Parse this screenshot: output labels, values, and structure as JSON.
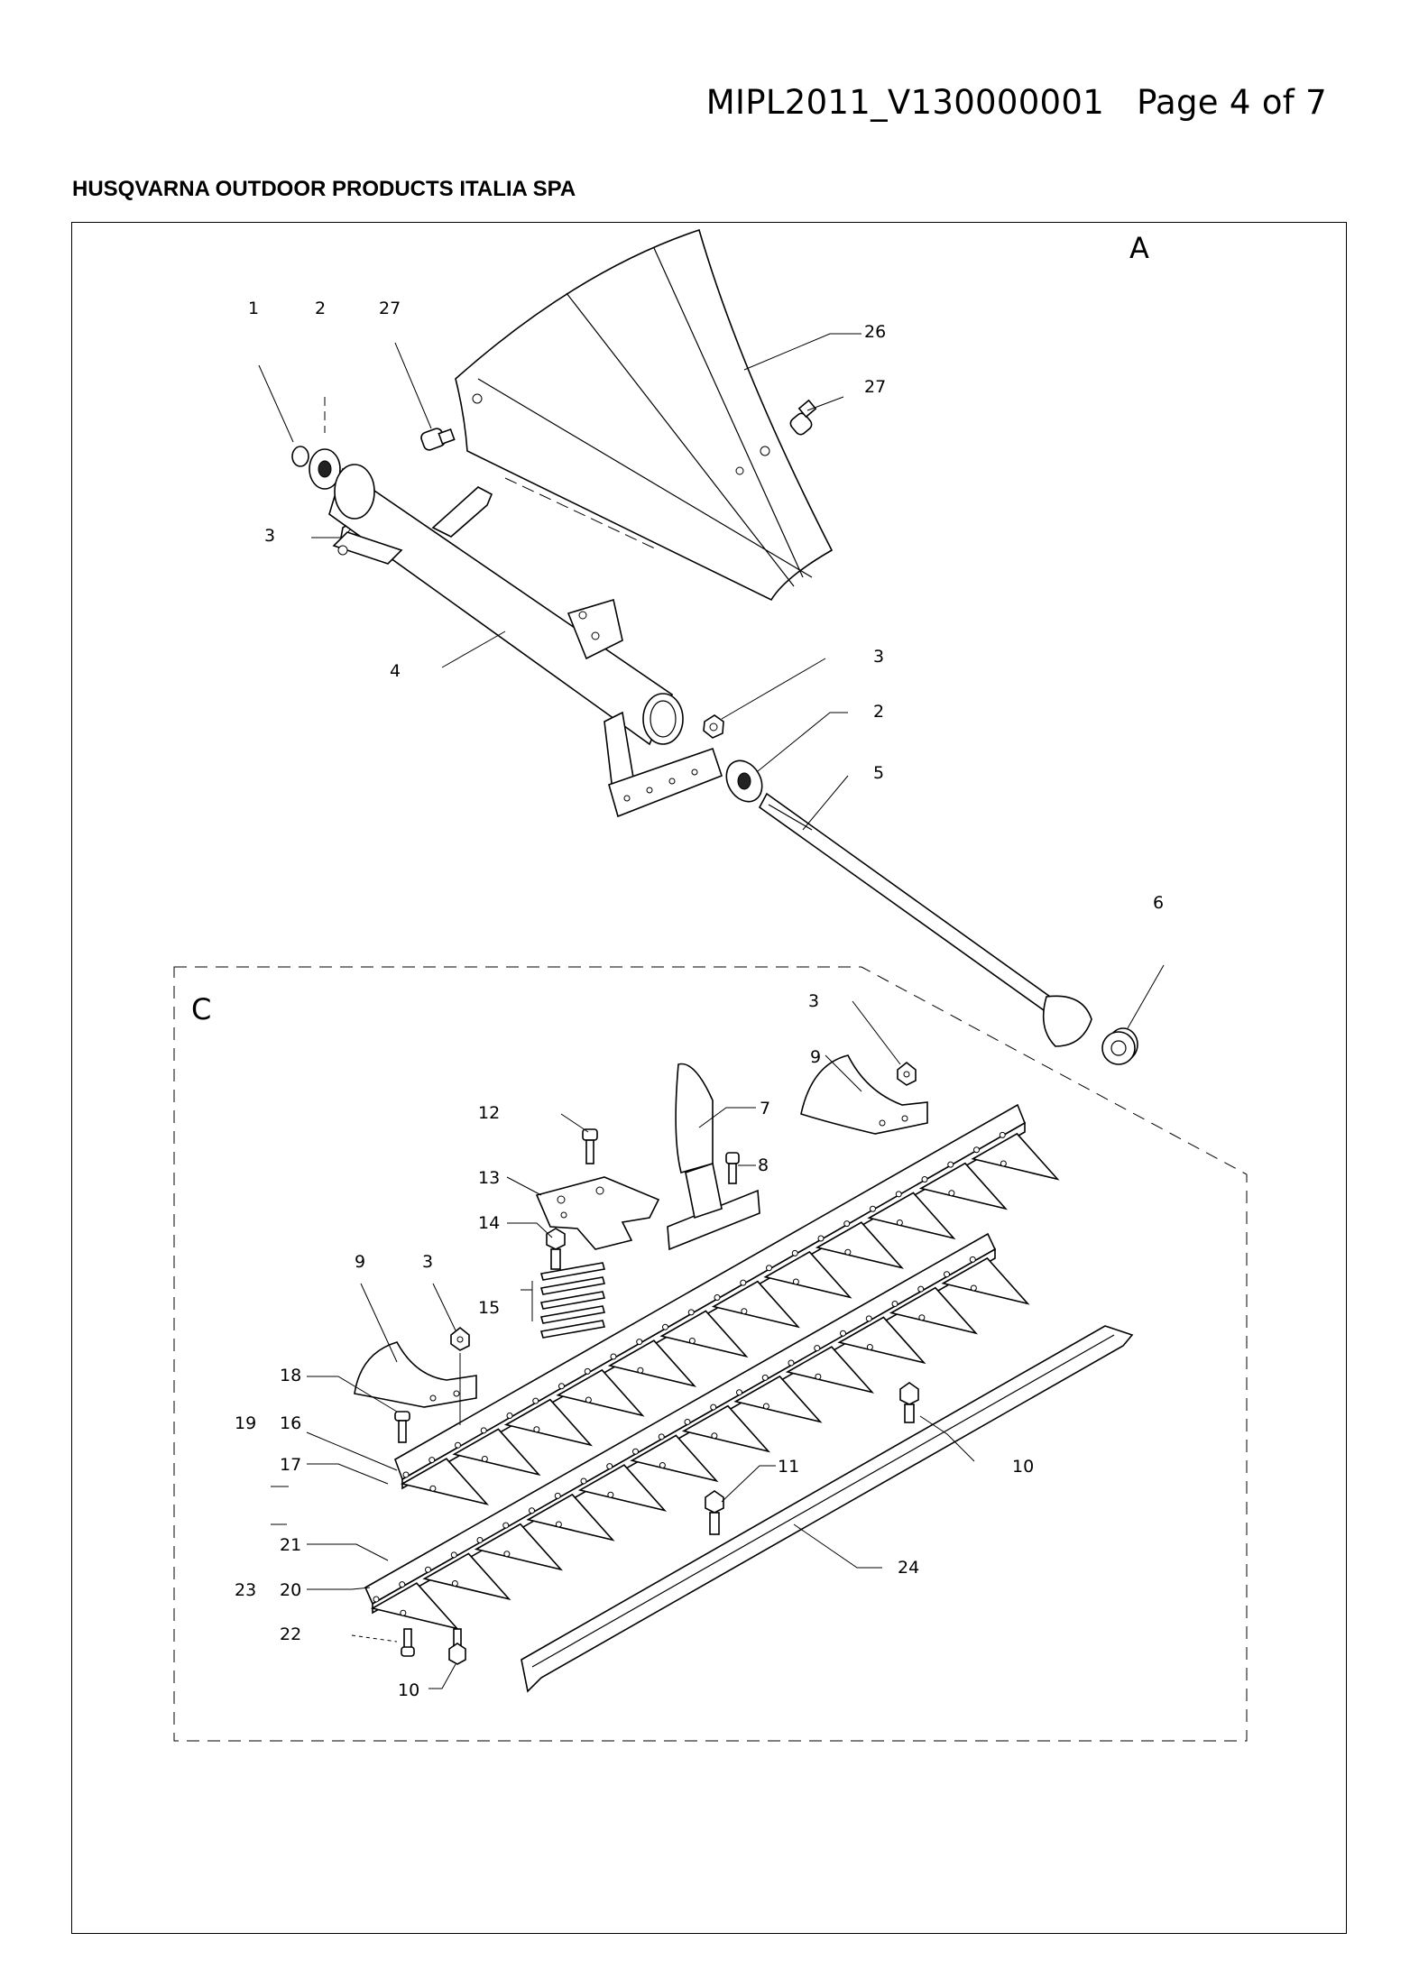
{
  "header": {
    "doc_id": "MIPL2011_V130000001",
    "page": "Page 4 of 7"
  },
  "company": "HUSQVARNA OUTDOOR PRODUCTS ITALIA SPA",
  "sections": {
    "a": "A",
    "c": "C"
  },
  "labels": {
    "l1": "1",
    "l2a": "2",
    "l27a": "27",
    "l26": "26",
    "l27b": "27",
    "l3a": "3",
    "l4": "4",
    "l3b": "3",
    "l2b": "2",
    "l5": "5",
    "l6": "6",
    "l3c": "3",
    "l9a": "9",
    "l7": "7",
    "l12": "12",
    "l8": "8",
    "l13": "13",
    "l14": "14",
    "l9b": "9",
    "l3d": "3",
    "l15": "15",
    "l18": "18",
    "l19": "19",
    "l16": "16",
    "l17": "17",
    "l11": "11",
    "l10a": "10",
    "l21": "21",
    "l23": "23",
    "l20": "20",
    "l24": "24",
    "l22": "22",
    "l10b": "10"
  }
}
